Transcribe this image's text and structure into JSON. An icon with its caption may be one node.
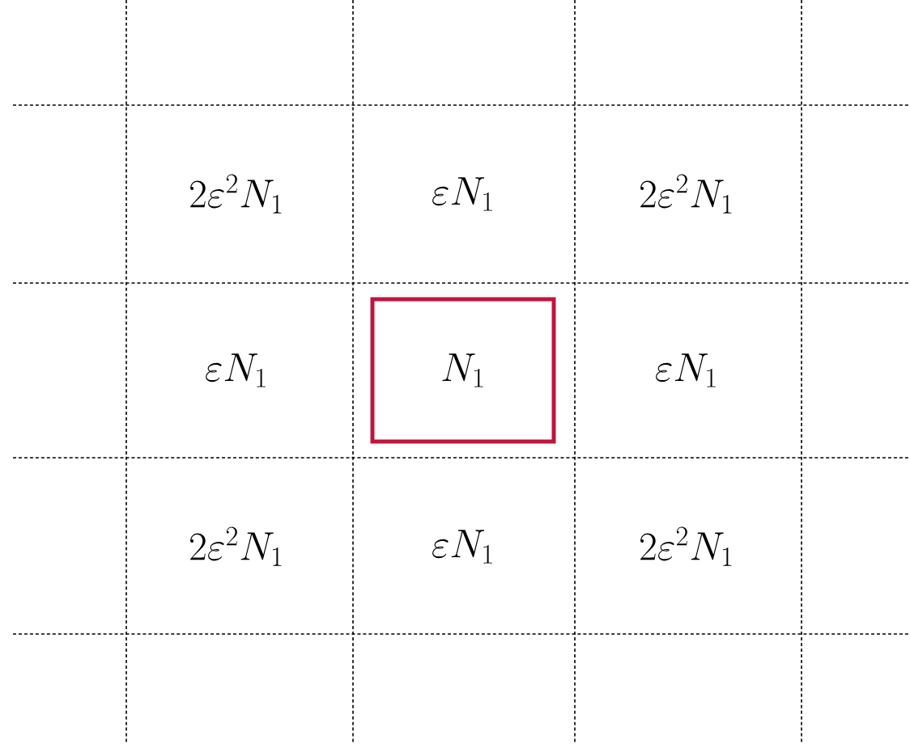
{
  "diagram": {
    "nodes": [
      {
        "text": [
          "N_1"
        ]
      }
    ],
    "labels": [
      "2\\varepsilon^2 N_1",
      "\\varepsilon N_1",
      "2\\varepsilon^2 N_1",
      "\\varepsilon N_1",
      "\\varepsilon N_1",
      "2\\varepsilon^2 N_1",
      "\\varepsilon N_1",
      "2\\varepsilon^2 N_1"
    ]
  }
}
